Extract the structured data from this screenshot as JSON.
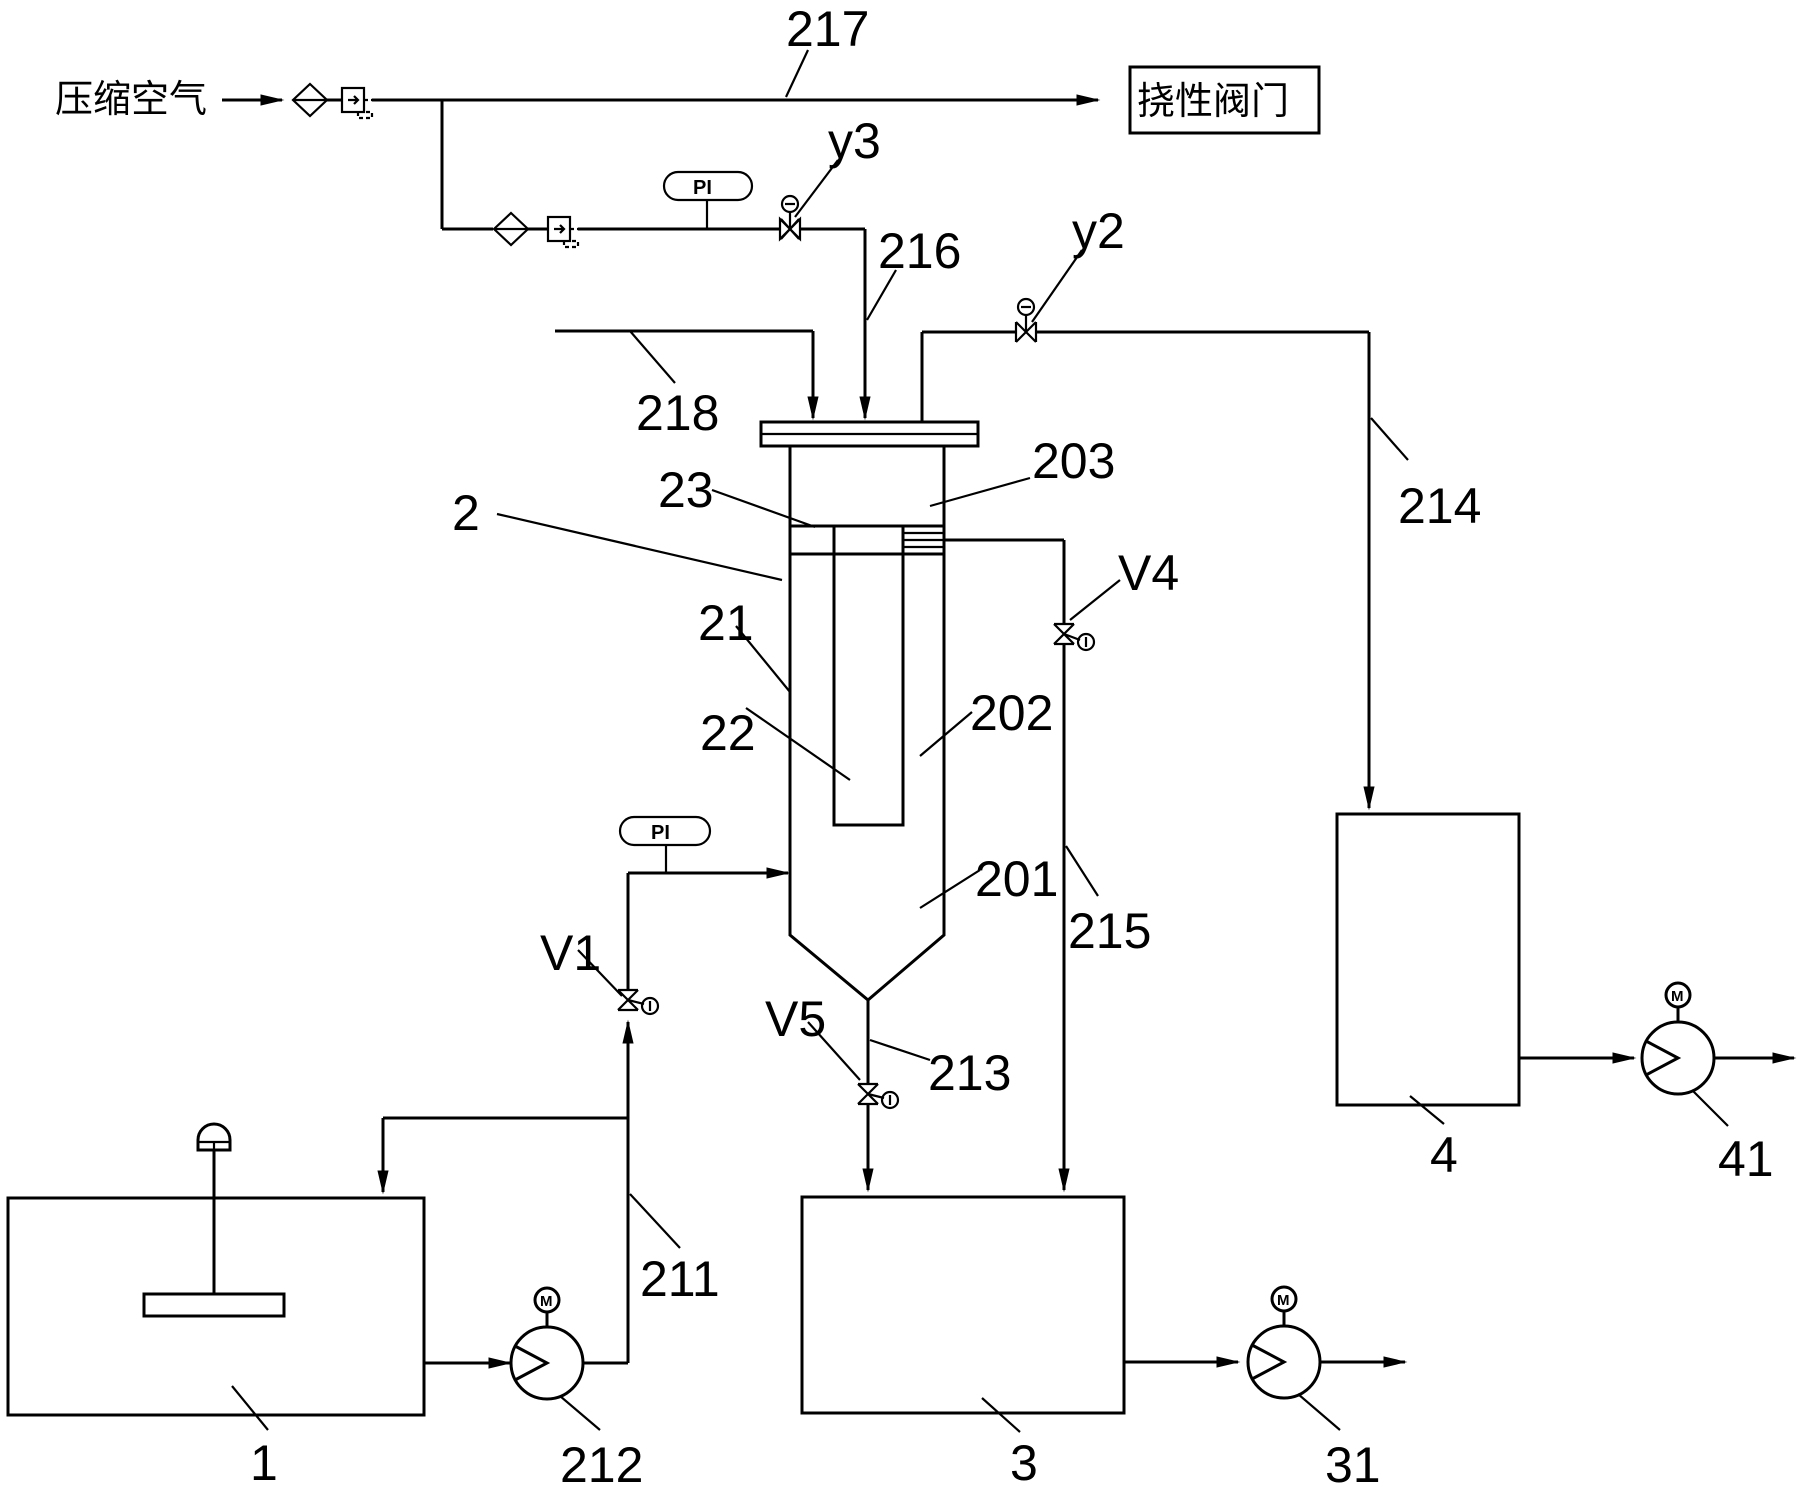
{
  "texts": {
    "compressed_air": "压缩空气",
    "flexible_valve": "挠性阀门",
    "pi": "PI",
    "motor": "M"
  },
  "labels": {
    "l217": "217",
    "y3": "y3",
    "y2": "y2",
    "l216": "216",
    "l218": "218",
    "l203": "203",
    "l214": "214",
    "l23": "23",
    "l2": "2",
    "v4": "V4",
    "l21": "21",
    "l202": "202",
    "l22": "22",
    "l201": "201",
    "l215": "215",
    "v1": "V1",
    "v5": "V5",
    "l213": "213",
    "l211": "211",
    "l1": "1",
    "l212": "212",
    "l3": "3",
    "l31": "31",
    "l4": "4",
    "l41": "41"
  }
}
